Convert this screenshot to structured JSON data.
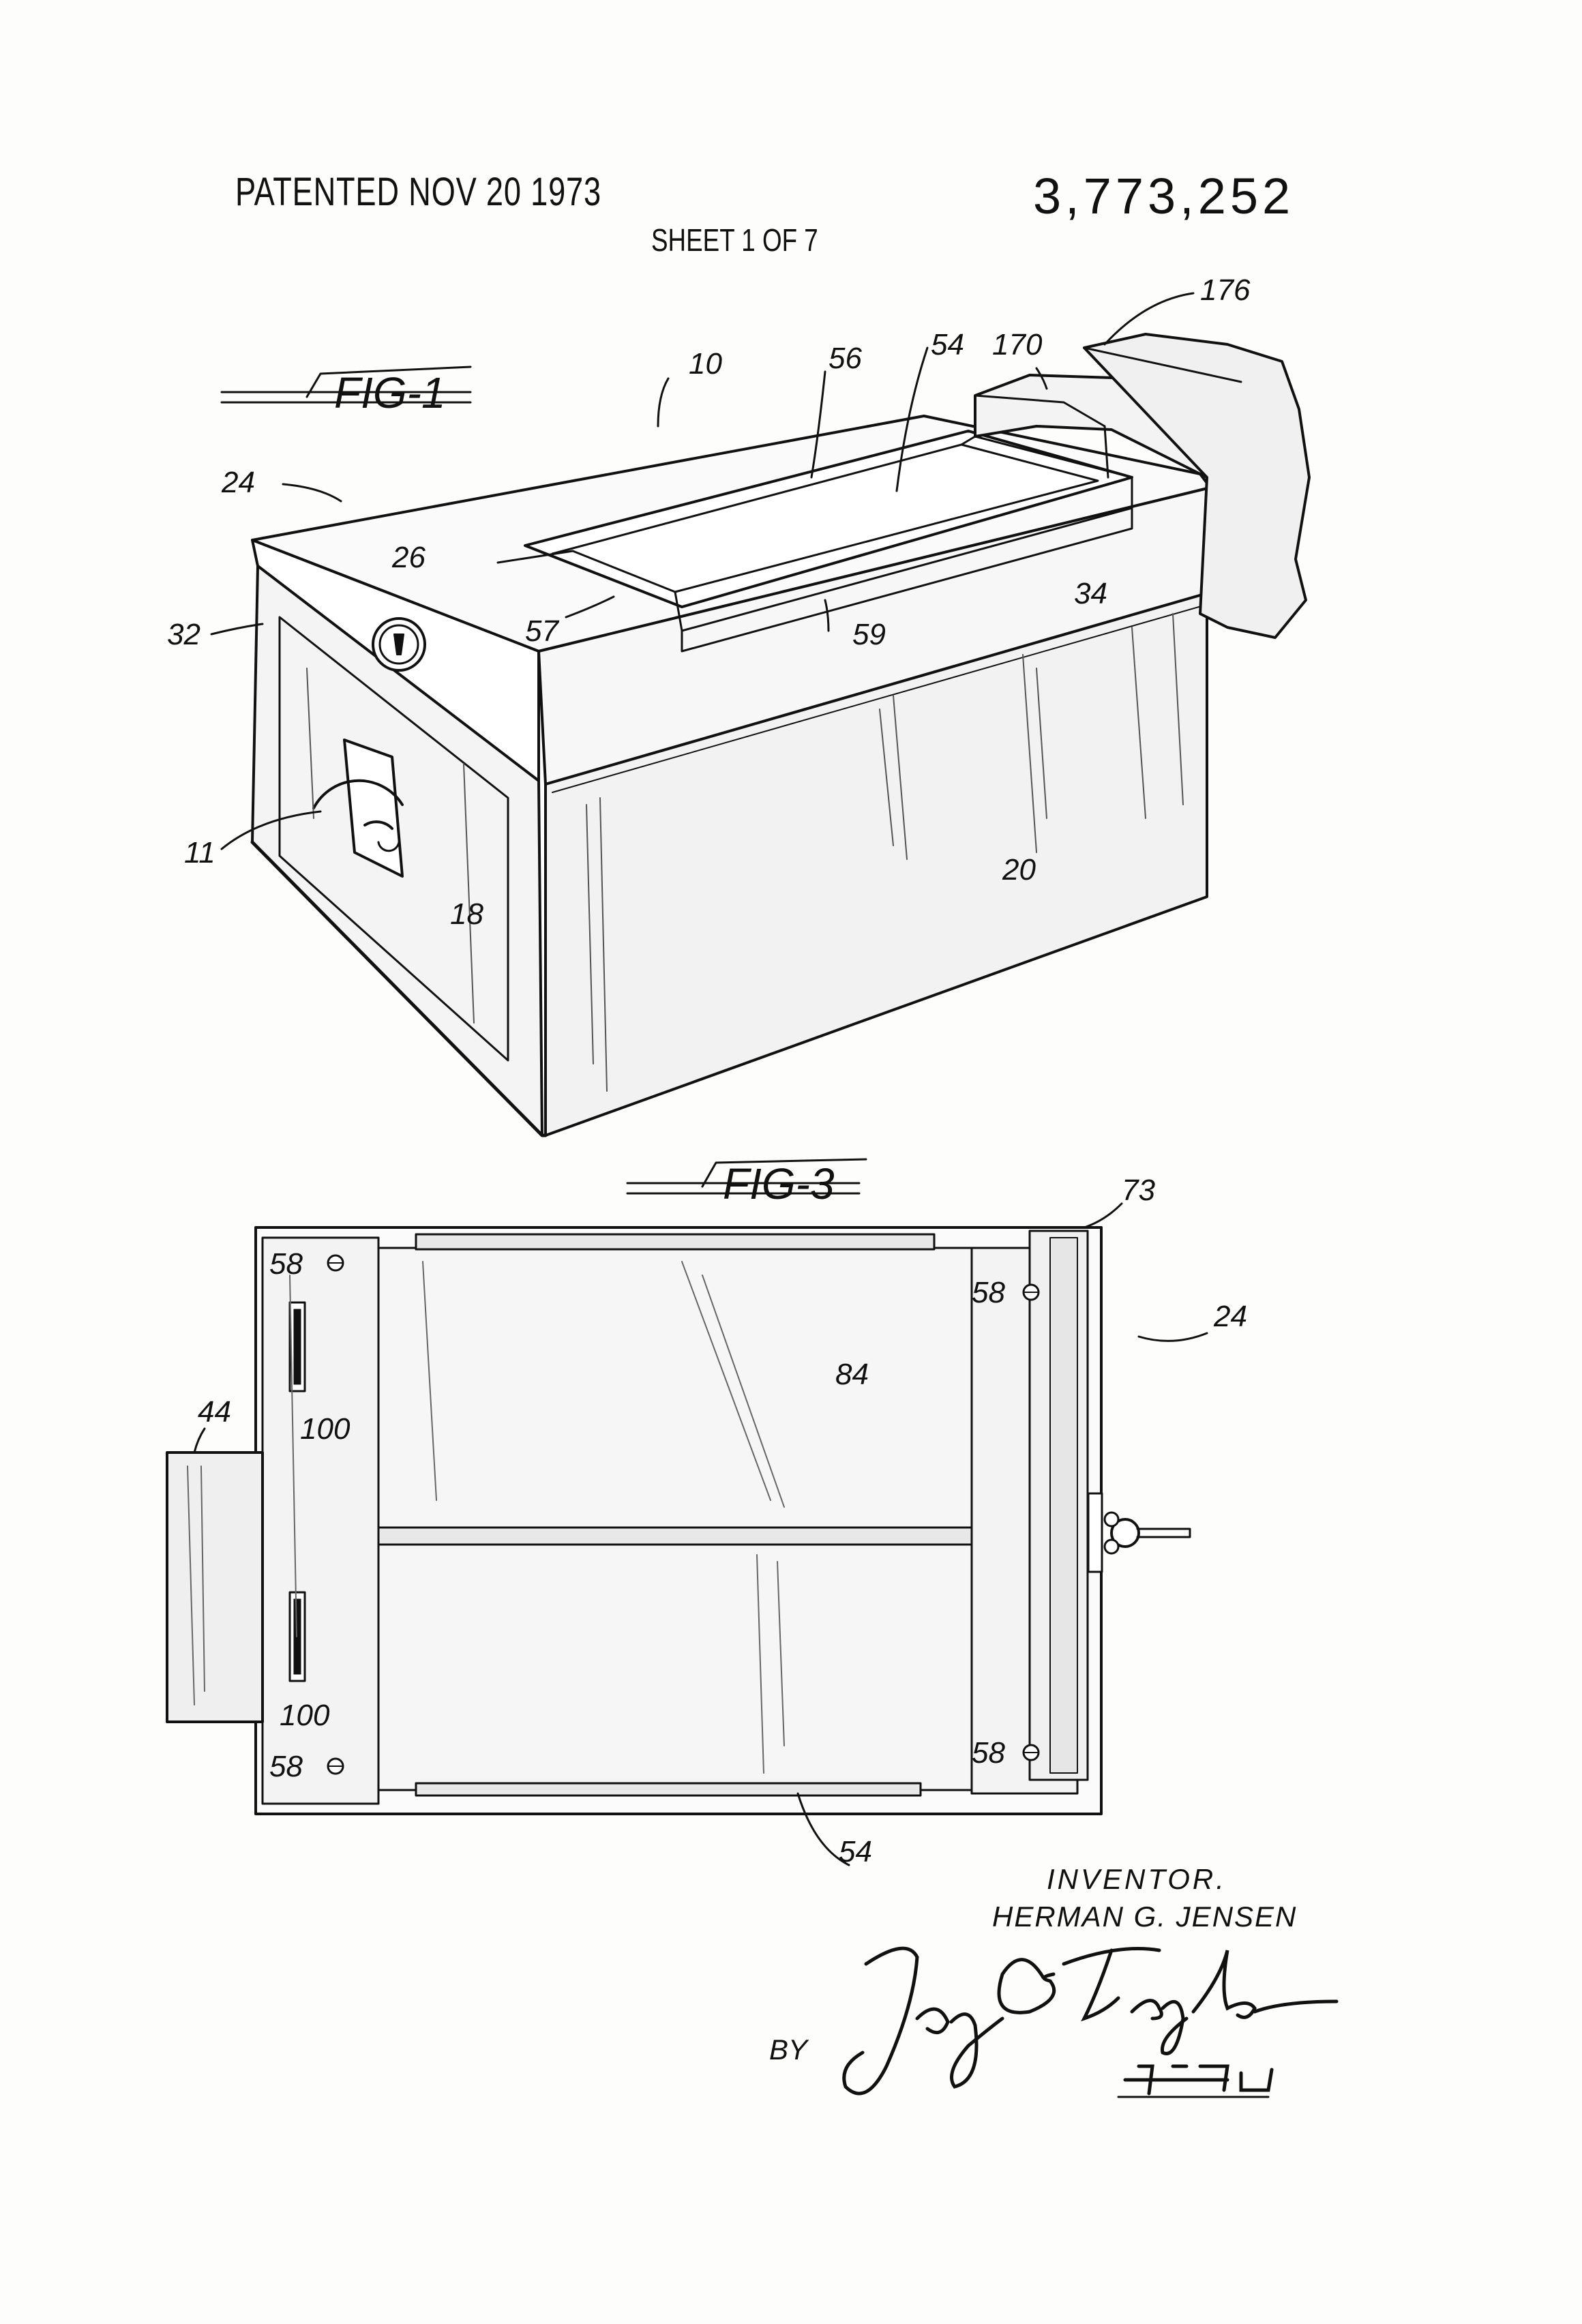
{
  "header": {
    "patented": "PATENTED NOV 20 1973",
    "patent_number": "3,773,252",
    "sheet": "SHEET 1 OF 7"
  },
  "figures": {
    "fig1_label": "FIG-1",
    "fig3_label": "FIG-3"
  },
  "fig1_refs": {
    "r10": "10",
    "r24": "24",
    "r26": "26",
    "r32": "32",
    "r11": "11",
    "r18": "18",
    "r20": "20",
    "r34": "34",
    "r56": "56",
    "r54": "54",
    "r57": "57",
    "r59": "59",
    "r170": "170",
    "r176": "176"
  },
  "fig3_refs": {
    "r73": "73",
    "r24": "24",
    "r44": "44",
    "r84": "84",
    "r54": "54",
    "r58a": "58",
    "r58b": "58",
    "r58c": "58",
    "r58d": "58",
    "r100a": "100",
    "r100b": "100"
  },
  "inventor": {
    "heading": "INVENTOR.",
    "name": "HERMAN G. JENSEN",
    "by": "BY",
    "signature": "Jay G Taylor",
    "signature_sub": "Atty"
  },
  "colors": {
    "ink": "#111111",
    "paper": "#fdfdfc"
  }
}
